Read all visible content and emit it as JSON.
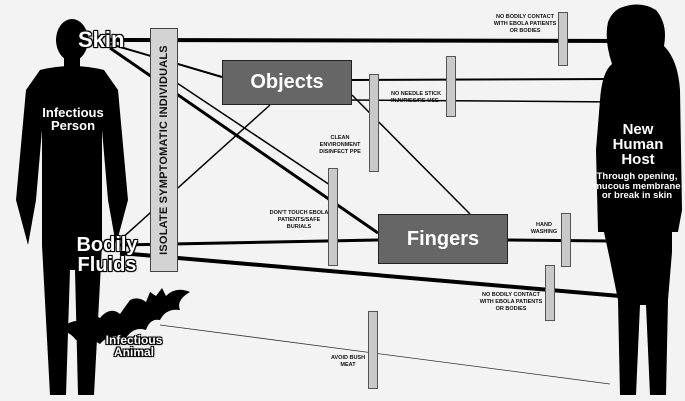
{
  "source": {
    "skin_label": "Skin",
    "fluids_label": "Bodily Fluids",
    "person_label": "Infectious Person",
    "animal_label": "Infectious Animal"
  },
  "host": {
    "title": "New Human Host",
    "description": "Through opening, mucous membrane or break in skin"
  },
  "nodes": {
    "objects": "Objects",
    "fingers": "Fingers"
  },
  "isolate_label": "ISOLATE SYMPTOMATIC INDIVIDUALS",
  "barriers": {
    "no_contact_top": "NO BODILY CONTACT WITH EBOLA PATIENTS OR BODIES",
    "needle": "NO NEEDLE STICK INJURIES/RE-USE",
    "clean_env": "CLEAN ENVIRONMENT DISINFECT PPE",
    "dont_touch": "DON'T TOUCH EBOLA PATIENTS/SAFE BURIALS",
    "hand_washing": "HAND WASHING",
    "no_contact_bottom": "NO BODILY CONTACT WITH EBOLA PATIENTS OR BODIES",
    "bush_meat": "AVOID BUSH MEAT"
  },
  "colors": {
    "silhouette": "#000000",
    "node_fill": "#666666",
    "barrier_fill": "#c9c9c9",
    "background": "#f3f3f3"
  }
}
